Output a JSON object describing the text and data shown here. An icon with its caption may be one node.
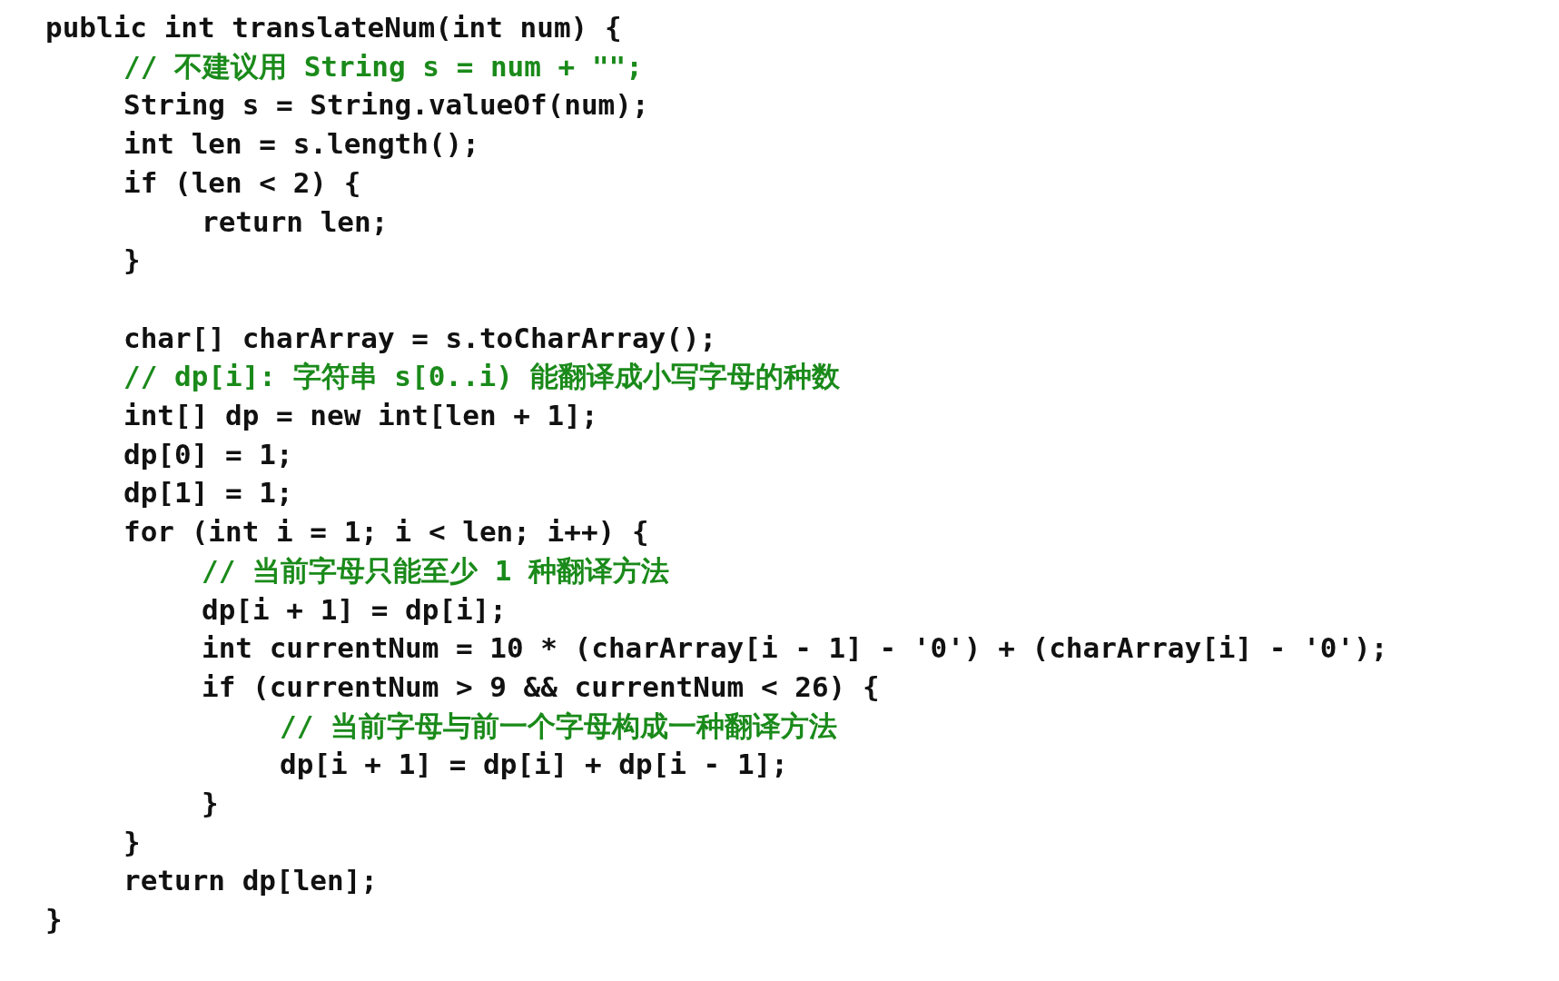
{
  "diagram": {
    "labels": [
      "public int translateNum(int num) {",
      "// 不建议用 String s = num + \"\";",
      "String s = String.valueOf(num);",
      "int len = s.length();",
      "if (len < 2) {",
      "return len;",
      "}",
      "char[] charArray = s.toCharArray();",
      "// dp[i]: 字符串 s[0..i) 能翻译成小写字母的种数",
      "int[] dp = new int[len + 1];",
      "dp[0] = 1;",
      "dp[1] = 1;",
      "for (int i = 1; i < len; i++) {",
      "// 当前字母只能至少 1 种翻译方法",
      "dp[i + 1] = dp[i];",
      "int currentNum = 10 * (charArray[i - 1] - '0') + (charArray[i] - '0');",
      "if (currentNum > 9 && currentNum < 26) {",
      "// 当前字母与前一个字母构成一种翻译方法",
      "dp[i + 1] = dp[i] + dp[i - 1];",
      "}",
      "}",
      "return dp[len];",
      "}"
    ]
  }
}
